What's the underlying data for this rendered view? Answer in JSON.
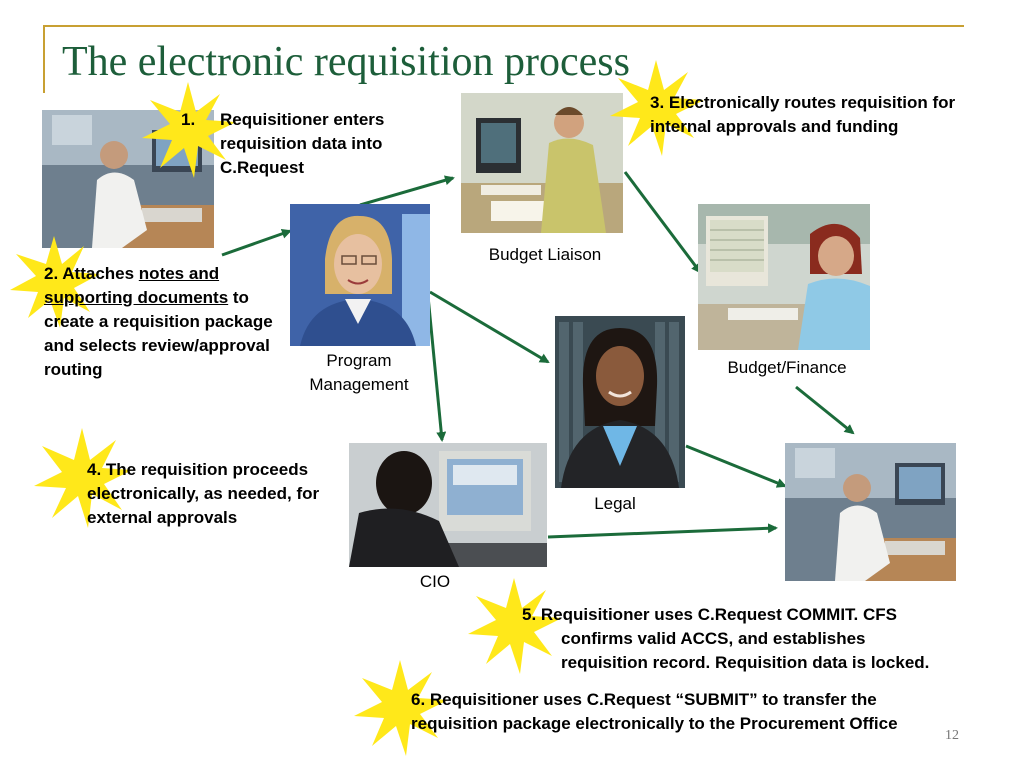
{
  "title": "The electronic requisition process",
  "page_number": "12",
  "colors": {
    "title": "#1d5e3a",
    "accent_line": "#c8a032",
    "arrow": "#1b6b3a",
    "star": "#ffe81a"
  },
  "steps": {
    "s1_num": "1.",
    "s1_text": "Requisitioner enters requisition data into C.Request",
    "s2_a": "2. Attaches ",
    "s2_b": "notes and supporting documents",
    "s2_c": " to create a requisition package and selects review/approval routing",
    "s3": "3. Electronically routes requisition for internal approvals and funding",
    "s4": "4. The requisition proceeds electronically, as needed, for external approvals",
    "s5_line1": "5. Requisitioner uses C.Request COMMIT. CFS",
    "s5_line2": "confirms valid ACCS, and establishes",
    "s5_line3": "requisition record. Requisition data is locked.",
    "s6_line1": "6. Requisitioner uses C.Request “SUBMIT” to transfer the",
    "s6_line2": "requisition package electronically to the Procurement Office"
  },
  "nodes": {
    "budget_liaison": "Budget Liaison",
    "program_management": "Program Management",
    "budget_finance": "Budget/Finance",
    "legal": "Legal",
    "cio": "CIO"
  },
  "photos": [
    "requisitioner-photo",
    "program-management-photo",
    "budget-liaison-photo",
    "budget-finance-photo",
    "legal-photo",
    "cio-photo",
    "procurement-photo"
  ]
}
